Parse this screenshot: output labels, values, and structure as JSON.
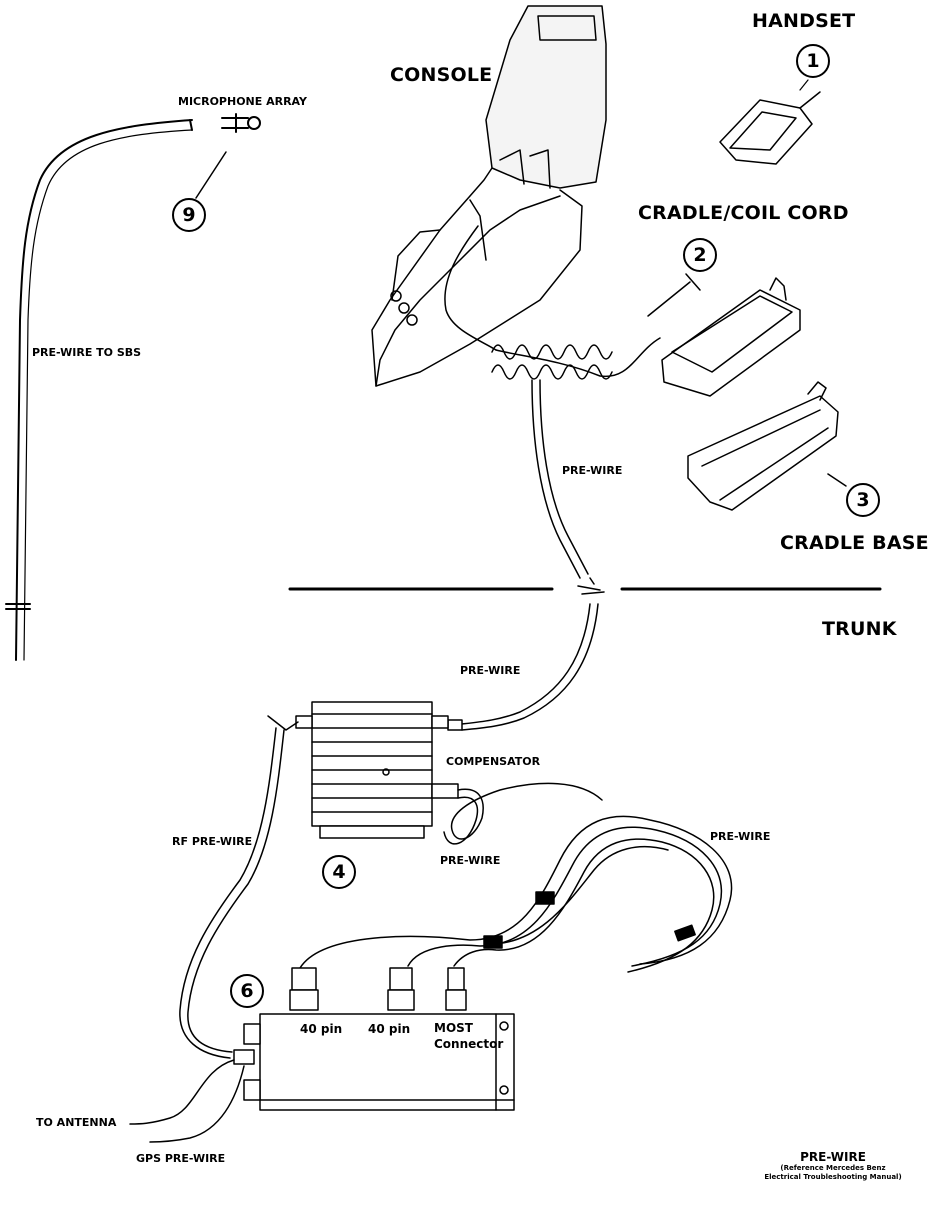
{
  "labels": {
    "handset": "HANDSET",
    "console": "CONSOLE",
    "cradle_coil_cord": "CRADLE/COIL CORD",
    "cradle_base": "CRADLE BASE",
    "trunk": "TRUNK",
    "microphone_array": "MICROPHONE ARRAY",
    "pre_wire_to_sbs": "PRE-WIRE TO SBS",
    "pre_wire_console": "PRE-WIRE",
    "pre_wire_trunk": "PRE-WIRE",
    "compensator": "COMPENSATOR",
    "rf_pre_wire": "RF PRE-WIRE",
    "pre_wire_comp": "PRE-WIRE",
    "pre_wire_harness": "PRE-WIRE",
    "pin40_a": "40 pin",
    "pin40_b": "40 pin",
    "most_connector": "MOST\nConnector",
    "to_antenna": "TO ANTENNA",
    "gps_pre_wire": "GPS PRE-WIRE"
  },
  "callouts": {
    "n1": "1",
    "n2": "2",
    "n3": "3",
    "n4": "4",
    "n6": "6",
    "n9": "9"
  },
  "note": {
    "title": "PRE-WIRE",
    "line1": "(Reference Mercedes Benz",
    "line2": "Electrical Troubleshooting Manual)"
  }
}
